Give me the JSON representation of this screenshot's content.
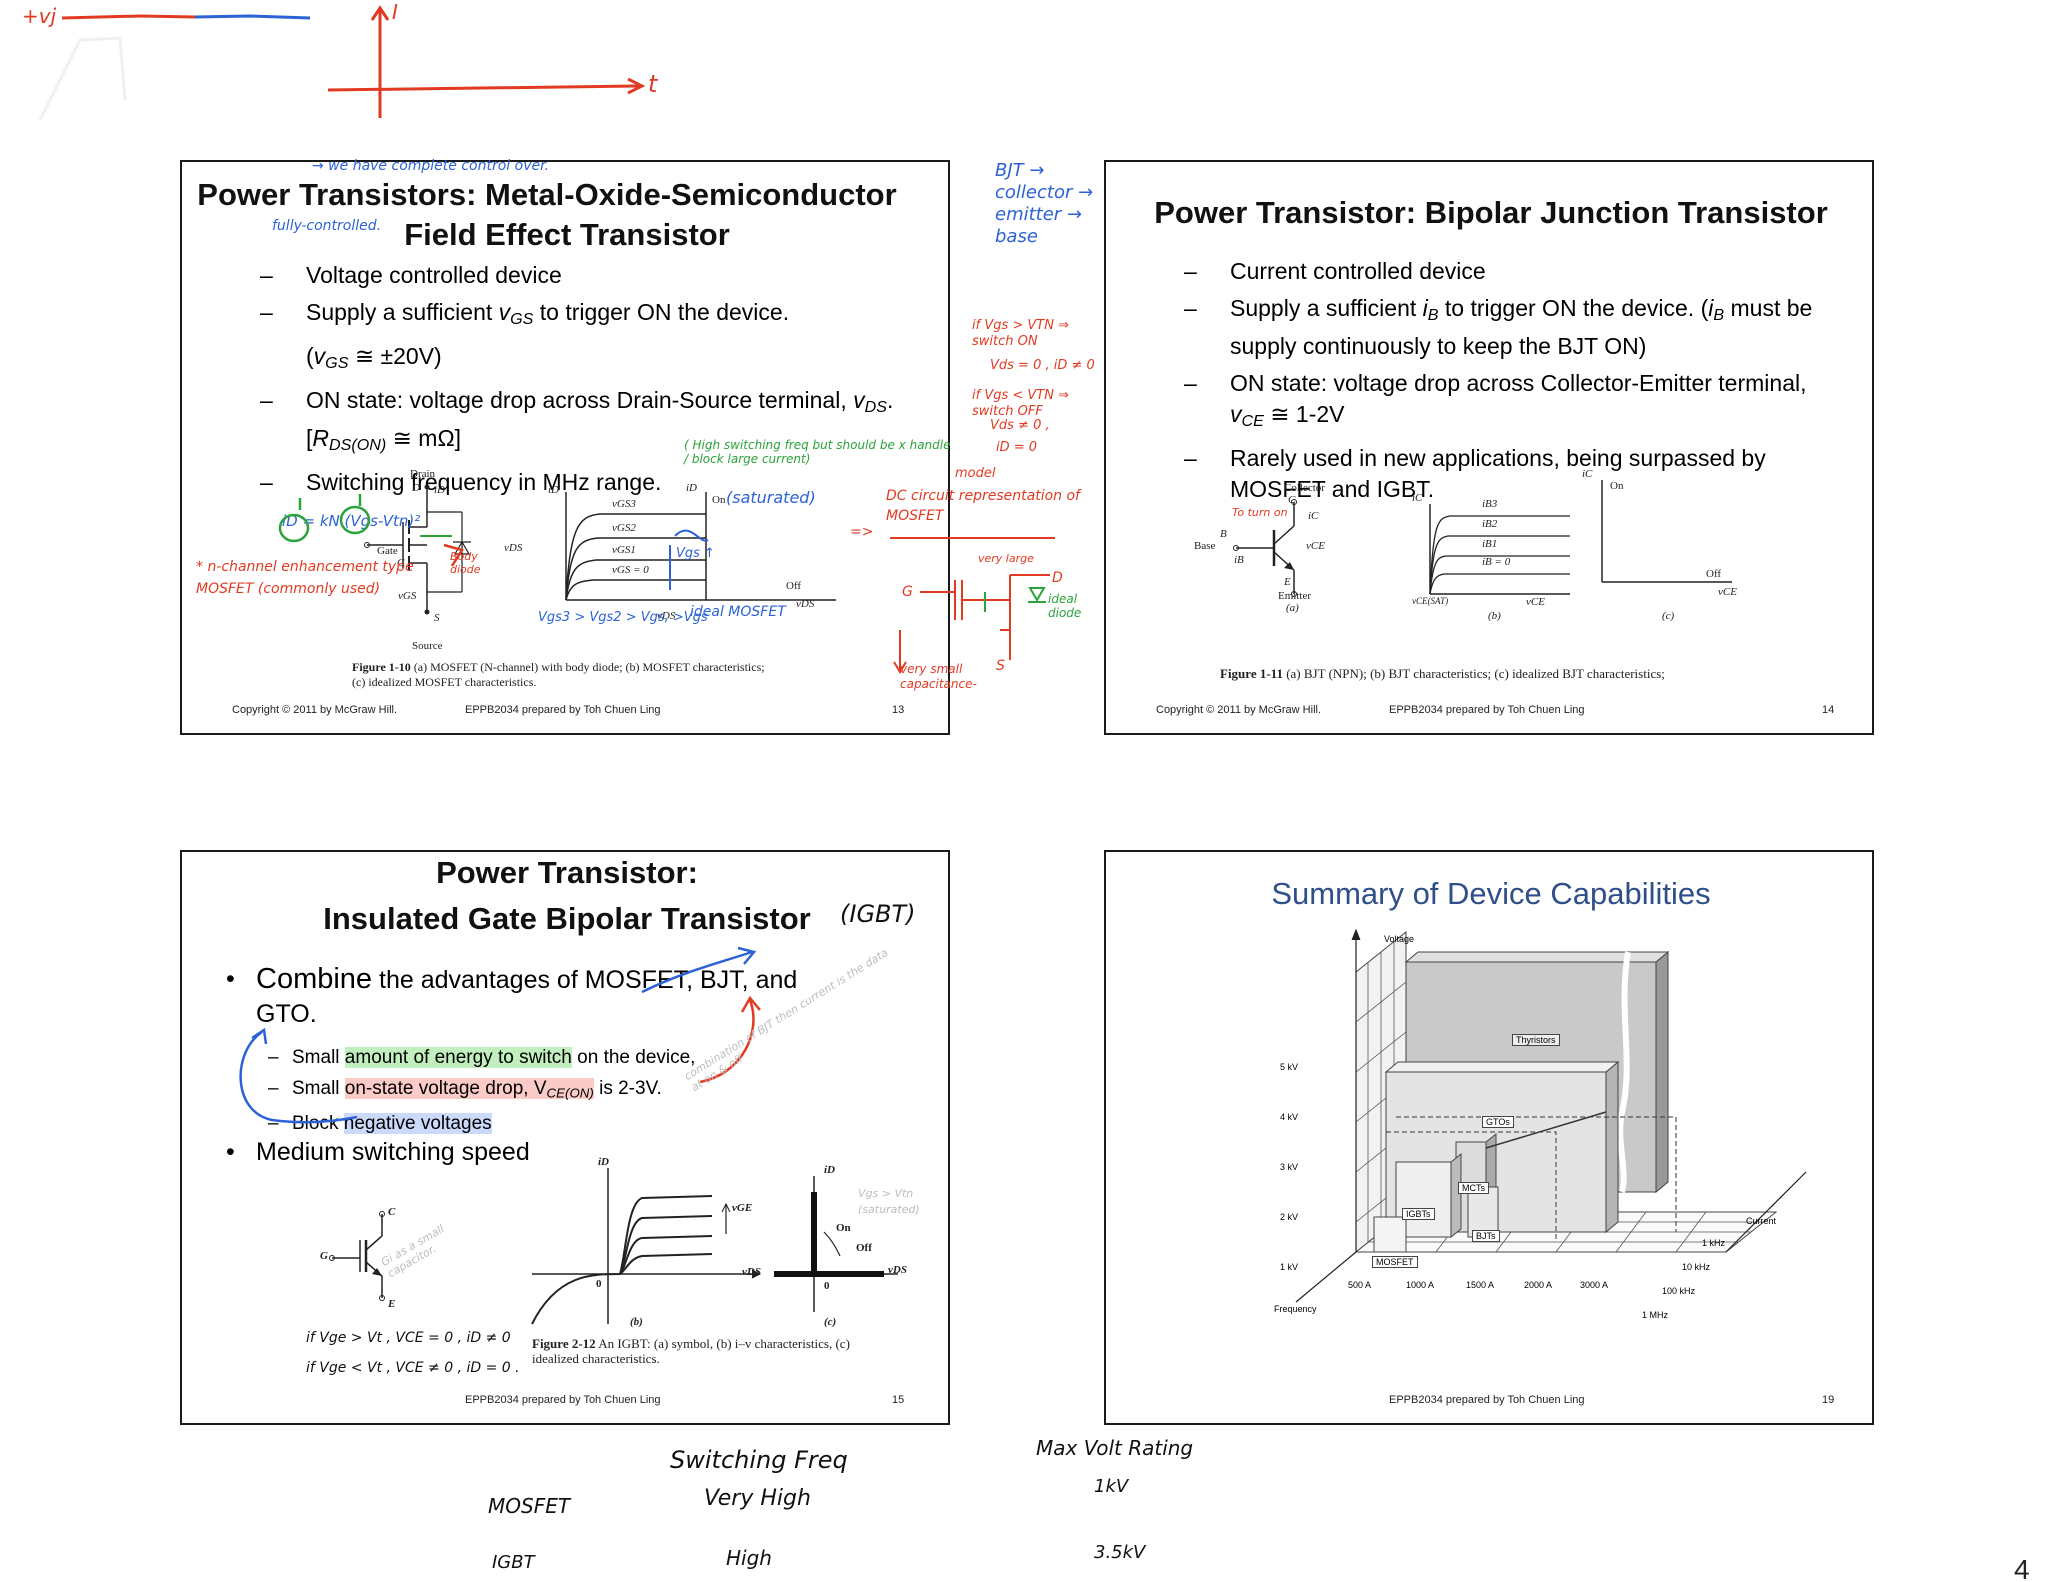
{
  "top_sketch": {
    "labels": {
      "y_axis": "I",
      "x_axis": "t",
      "corner": "+vj"
    }
  },
  "slide13": {
    "title_line1": "Power Transistors:  Metal-Oxide-Semiconductor",
    "title_line2": "Field Effect Transistor",
    "bullets": [
      {
        "dash": "–",
        "text": "Voltage controlled device"
      },
      {
        "dash": "–",
        "text_pre": "Supply a sufficient ",
        "var": "v",
        "sub": "GS",
        "text_post": " to trigger ON the device."
      },
      {
        "dash": "",
        "text": "(v",
        "sub": "GS",
        "text_post": " ≅ ±20V)"
      },
      {
        "dash": "–",
        "text_pre": "ON state: voltage drop across Drain-Source terminal, ",
        "var": "v",
        "sub": "DS",
        "text_post": "."
      },
      {
        "dash": "",
        "text": "[R",
        "sub": "DS(ON)",
        "text_post": " ≅ mΩ]"
      },
      {
        "dash": "–",
        "text": "Switching frequency in MHz range."
      }
    ],
    "figure_labels": {
      "drain": "Drain",
      "d": "D",
      "id": "iD",
      "gate": "Gate",
      "g": "G",
      "vgs": "vGS",
      "s": "S",
      "source": "Source",
      "vds": "vDS",
      "b_id": "iD",
      "vgs3": "vGS3",
      "vgs2": "vGS2",
      "vgs1": "vGS1",
      "vgs0": "vGS = 0",
      "b_vds": "vDS",
      "c_id": "iD",
      "on": "On",
      "off": "Off",
      "c_vds": "vDS"
    },
    "caption_bold": "Figure 1-10",
    "caption_rest": "(a) MOSFET (N-channel) with body diode; (b) MOSFET characteristics;",
    "caption_line2": "(c) idealized MOSFET characteristics.",
    "copyright": "Copyright © 2011 by McGraw Hill.",
    "prepared": "EPPB2034 prepared by Toh Chuen Ling",
    "page": "13",
    "notes": {
      "top": "→ we have complete control over.",
      "fully": "fully-controlled.",
      "highfreq": "( High switching freq but should be x handle / block large current)",
      "nchannel": "* n-channel enhancement type MOSFET (commonly used)",
      "saturated": "(saturated)",
      "idealmosfet": "ideal MOSFET",
      "vgsorder": "Vgs3 > Vgs2 > Vgs, >Vgs",
      "vgs": "Vgs ↑",
      "formula": "iD = kN (Vgs-Vtn)²",
      "body": "Body diode"
    }
  },
  "middle_notes": {
    "bjt": "BJT → collector → emitter → base",
    "cond1": "if Vgs > VTN ⇒ switch ON",
    "cond1b": "Vds = 0 , iD ≠ 0",
    "cond2": "if Vgs < VTN ⇒ switch OFF",
    "cond2b": "Vds ≠ 0 ,",
    "cond2c": "iD = 0",
    "model": "model",
    "dc": "DC circuit representation of MOSFET",
    "arrow": "=>",
    "verylarge": "very large",
    "ideal": "ideal diode",
    "d": "D",
    "g": "G",
    "s": "S",
    "small": "very small capacitance-"
  },
  "slide14": {
    "title": "Power Transistor: Bipolar Junction Transistor",
    "bullets": [
      {
        "dash": "–",
        "text": "Current controlled device"
      },
      {
        "dash": "–",
        "text_pre": "Supply a sufficient ",
        "var": "i",
        "sub": "B",
        "text_post": " to trigger ON the device. (",
        "var2": "i",
        "sub2": "B",
        "text_post2": " must be supply continuously to keep the BJT ON)"
      },
      {
        "dash": "–",
        "text": "ON state: voltage drop across Collector-Emitter terminal,",
        "line2_var": "v",
        "line2_sub": "CE",
        "line2_post": " ≅ 1-2V"
      },
      {
        "dash": "–",
        "text": "Rarely used in new applications, being surpassed by MOSFET and IGBT."
      }
    ],
    "figure_labels": {
      "collector": "Collector",
      "c": "C",
      "ic": "iC",
      "base": "Base",
      "b": "B",
      "ib": "iB",
      "vce": "vCE",
      "e": "E",
      "emitter": "Emitter",
      "a": "(a)",
      "b_ic": "iC",
      "ib3": "iB3",
      "ib2": "iB2",
      "ib1": "iB1",
      "ib0": "iB = 0",
      "vcesat": "vCE(SAT)",
      "b_vce": "vCE",
      "bl": "(b)",
      "c_ic": "iC",
      "on": "On",
      "off": "Off",
      "c_vce": "vCE",
      "cl": "(c)"
    },
    "note": "To turn on",
    "caption_bold": "Figure 1-11",
    "caption_rest": "(a) BJT (NPN); (b) BJT characteristics; (c) idealized BJT characteristics;",
    "copyright": "Copyright © 2011 by McGraw Hill.",
    "prepared": "EPPB2034 prepared by Toh Chuen Ling",
    "page": "14"
  },
  "slide15": {
    "title_line1": "Power Transistor:",
    "title_line2": "Insulated Gate Bipolar Transistor",
    "title_note": "(IGBT)",
    "bullet1_big": "Combine",
    "bullet1_rest": " the advantages of MOSFET, BJT, and",
    "bullet1_line2": "GTO.",
    "sub1_pre": "Small ",
    "sub1_hl": "amount of energy to switch",
    "sub1_post": " on the device,",
    "sub2_pre": "Small ",
    "sub2_hl": "on-state voltage drop, V",
    "sub2_sub": "CE(ON)",
    "sub2_post": " is 2-3V.",
    "sub3_pre": "Block ",
    "sub3_hl": "negative voltages",
    "bullet2": "Medium switching speed",
    "sub_dash": "–",
    "dot": "•",
    "figure_labels": {
      "c": "C",
      "g": "G",
      "e": "E",
      "b_id": "iD",
      "vge": "vGE",
      "zero_b": "0",
      "b_vds": "vDS",
      "bl": "(b)",
      "c_id": "iD",
      "on": "On",
      "off": "Off",
      "zero_c": "0",
      "c_vds": "vDS",
      "cl": "(c)"
    },
    "caption_bold": "Figure 2-12",
    "caption_rest": "An IGBT: (a) symbol, (b) i–v characteristics, (c)",
    "caption_line2": "idealized characteristics.",
    "prepared": "EPPB2034 prepared by Toh Chuen Ling",
    "page": "15",
    "notes": {
      "grey1": "combination of BJT then current is the data at on & off",
      "grey2": "Vgs > Vtn (saturated)",
      "grey3": "Gi as a small capacitor.",
      "cond1": "if Vge > Vt ,   VCE = 0 , iD ≠ 0",
      "cond2": "if Vge < Vt ,   VCE ≠ 0 , iD = 0 ."
    }
  },
  "slide19": {
    "title": "Summary of Device Capabilities",
    "axis_voltage": "Voltage",
    "axis_current": "Current",
    "axis_frequency": "Frequency",
    "voltage_ticks": [
      "5 kV",
      "4 kV",
      "3 kV",
      "2 kV",
      "1 kV"
    ],
    "current_ticks": [
      "500 A",
      "1000 A",
      "1500 A",
      "2000 A",
      "3000 A"
    ],
    "freq_ticks": [
      "1 kHz",
      "10 kHz",
      "100 kHz",
      "1 MHz"
    ],
    "devices": [
      "Thyristors",
      "GTOs",
      "MCTs",
      "IGBTs",
      "BJTs",
      "MOSFET"
    ],
    "prepared": "EPPB2034 prepared by Toh Chuen Ling",
    "page": "19"
  },
  "bottom_notes": {
    "switching": "Switching Freq",
    "maxvolt": "Max Volt Rating",
    "mosfet": "MOSFET",
    "veryhigh": "Very High",
    "onekv": "1kV",
    "igbt": "IGBT",
    "high": "High",
    "threefive": "3.5kV",
    "corner": "4"
  },
  "colors": {
    "ink_red": "#e23a22",
    "ink_blue": "#2c62d6",
    "ink_green": "#2aa33a",
    "summary_title": "#2f4f8a"
  }
}
